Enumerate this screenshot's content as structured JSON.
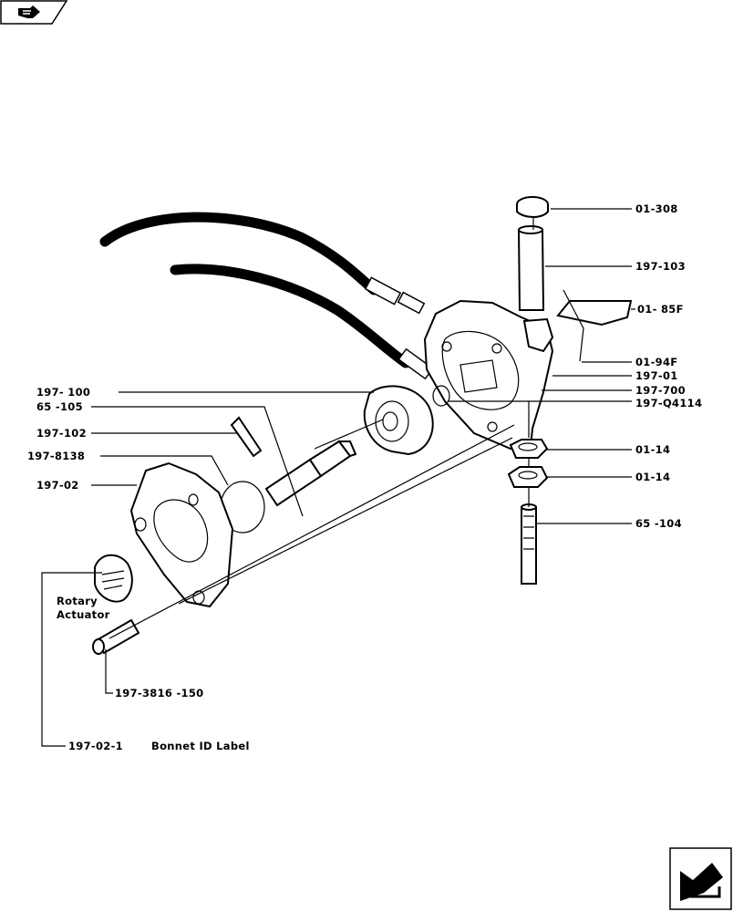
{
  "nav": {
    "prev_icon": "hand-pointing-left-icon",
    "next_icon": "hand-pointing-right-icon"
  },
  "labels": {
    "p01_308": "01-308",
    "p197_103": "197-103",
    "p01_85f": "01- 85F",
    "p01_94f": "01-94F",
    "p197_01": "197-01",
    "p197_700": "197-700",
    "p197_q4114": "197-Q4114",
    "p01_14_a": "01-14",
    "p01_14_b": "01-14",
    "p65_104": "65 -104",
    "p197_100": "197- 100",
    "p65_105": "65 -105",
    "p197_102": "197-102",
    "p197_8138": "197-8138",
    "p197_02": "197-02",
    "rotary_line1": "Rotary",
    "rotary_line2": "Actuator",
    "p197_3816": "197-3816 -150",
    "p197_02_1": "197-02-1",
    "bonnet_label": "Bonnet ID Label"
  }
}
